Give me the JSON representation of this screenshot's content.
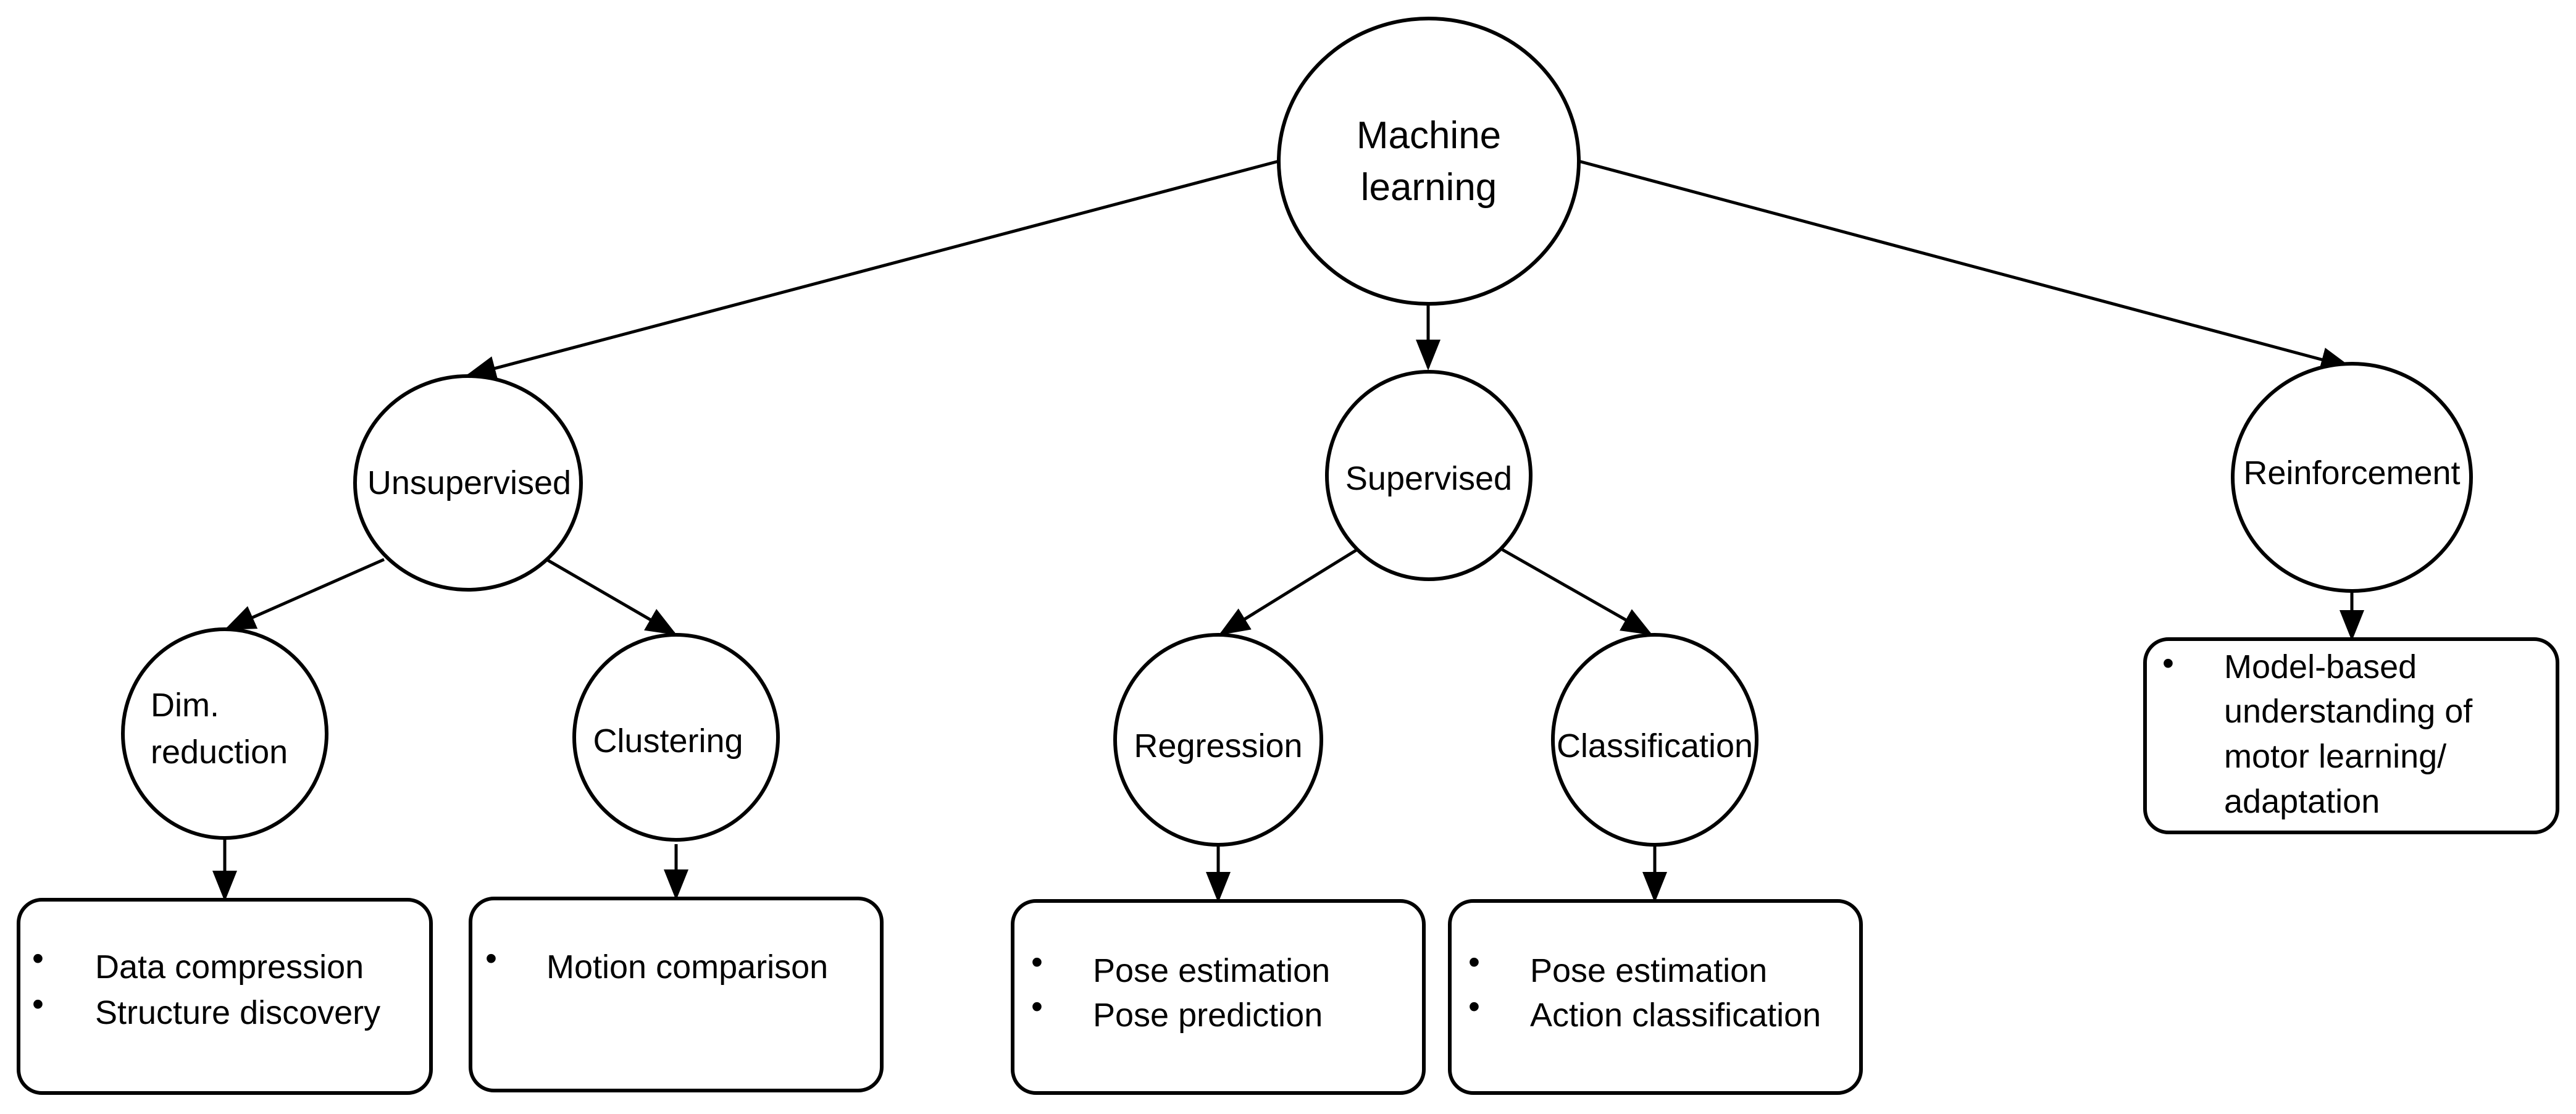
{
  "diagram": {
    "root": {
      "lines": [
        "Machine",
        "learning"
      ]
    },
    "unsupervised": {
      "label": "Unsupervised"
    },
    "supervised": {
      "label": "Supervised"
    },
    "reinforcement": {
      "label": "Reinforcement"
    },
    "dim_reduction": {
      "lines": [
        "Dim.",
        "reduction"
      ]
    },
    "clustering": {
      "label": "Clustering"
    },
    "regression": {
      "label": "Regression"
    },
    "classification": {
      "label": "Classification"
    },
    "boxes": {
      "dim_reduction": [
        "Data compression",
        "Structure discovery"
      ],
      "clustering": [
        "Motion comparison"
      ],
      "regression": [
        "Pose estimation",
        "Pose prediction"
      ],
      "classification": [
        "Pose estimation",
        "Action classification"
      ],
      "reinforcement": [
        "Model-based",
        "understanding of",
        "motor learning/",
        "adaptation"
      ]
    },
    "bullet_symbol": "•",
    "colors": {
      "stroke": "#000000",
      "fill": "#ffffff",
      "text": "#000000"
    }
  }
}
